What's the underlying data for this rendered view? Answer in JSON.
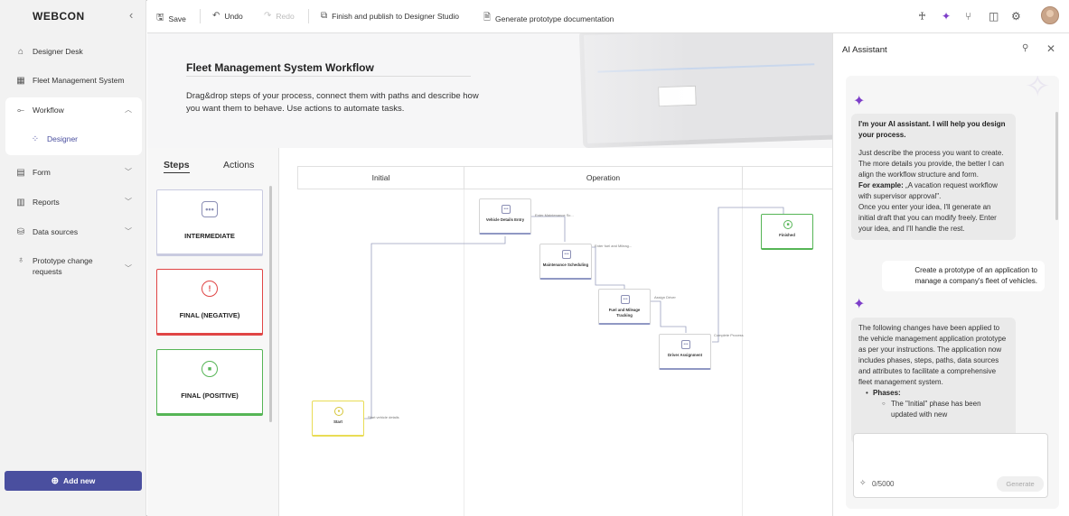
{
  "app": {
    "logo": "WEBCON"
  },
  "sidebar": {
    "items": [
      {
        "label": "Designer Desk"
      },
      {
        "label": "Fleet Management System"
      },
      {
        "label": "Workflow"
      },
      {
        "label": "Designer"
      },
      {
        "label": "Form"
      },
      {
        "label": "Reports"
      },
      {
        "label": "Data sources"
      },
      {
        "label": "Prototype change requests"
      }
    ],
    "add_new": "Add new"
  },
  "toolbar": {
    "save": "Save",
    "undo": "Undo",
    "redo": "Redo",
    "finish": "Finish and publish to Designer Studio",
    "generate_doc": "Generate prototype documentation"
  },
  "banner": {
    "title": "Fleet Management System Workflow",
    "desc": "Drag&drop steps of your process, connect them with paths and describe how you want them to behave. Use actions to automate tasks."
  },
  "palette": {
    "tabs": [
      "Steps",
      "Actions"
    ],
    "cards": [
      {
        "label": "INTERMEDIATE",
        "glyph": "•••"
      },
      {
        "label": "FINAL (NEGATIVE)",
        "glyph": "!"
      },
      {
        "label": "FINAL (POSITIVE)",
        "glyph": "■"
      }
    ]
  },
  "canvas": {
    "phases": [
      "Initial",
      "Operation",
      ""
    ],
    "nodes": [
      {
        "label": "Start"
      },
      {
        "label": "Vehicle Details Entry"
      },
      {
        "label": "Maintenance Scheduling"
      },
      {
        "label": "Fuel and Mileage Tracking"
      },
      {
        "label": "Driver Assignment"
      },
      {
        "label": "Finished"
      }
    ],
    "path_labels": [
      "Start vehicle details",
      "Enter Maintenance Sc...",
      "Enter fuel and Mileag...",
      "Assign Driver",
      "Complete Process"
    ]
  },
  "ai": {
    "title": "AI Assistant",
    "intro_bold": "I'm your AI assistant. I will help you design your process.",
    "intro_text": "Just describe the process you want to create. The more details you provide, the better I can align the workflow structure and form.",
    "example_label": "For example:",
    "example_text": "„A vacation request workflow with supervisor approval\".",
    "intro_tail": "Once you enter your idea, I'll generate an initial draft that you can modify freely. Enter your idea, and I'll handle the rest.",
    "user_message": "Create a prototype of an application to manage a company's fleet of vehicles.",
    "response_text": "The following changes have been applied to the vehicle management application prototype as per your instructions. The application now includes phases, steps, paths, data sources and attributes to facilitate a comprehensive fleet management system.",
    "phases_label": "Phases:",
    "phase_item": "The \"Initial\" phase has been updated with new",
    "counter": "0/5000",
    "generate": "Generate"
  },
  "colors": {
    "accent": "#4a4f9f",
    "negative": "#e04545",
    "positive": "#56b556",
    "start": "#e9dc55",
    "ai_spark": "#7d3ec9"
  }
}
